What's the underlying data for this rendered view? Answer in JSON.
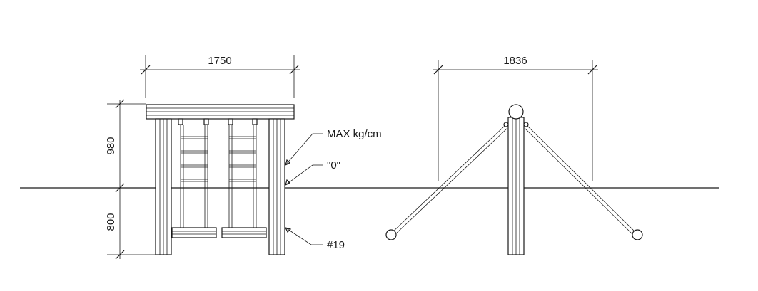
{
  "dimensions": {
    "front_width": "1750",
    "side_width": "1836",
    "height_above": "980",
    "depth_below": "800"
  },
  "annotations": {
    "max_load": "MAX kg/cm",
    "ground_zero": "\"0\"",
    "part_number": "#19"
  },
  "colors": {
    "line": "#1a1a1a",
    "background": "#ffffff"
  }
}
